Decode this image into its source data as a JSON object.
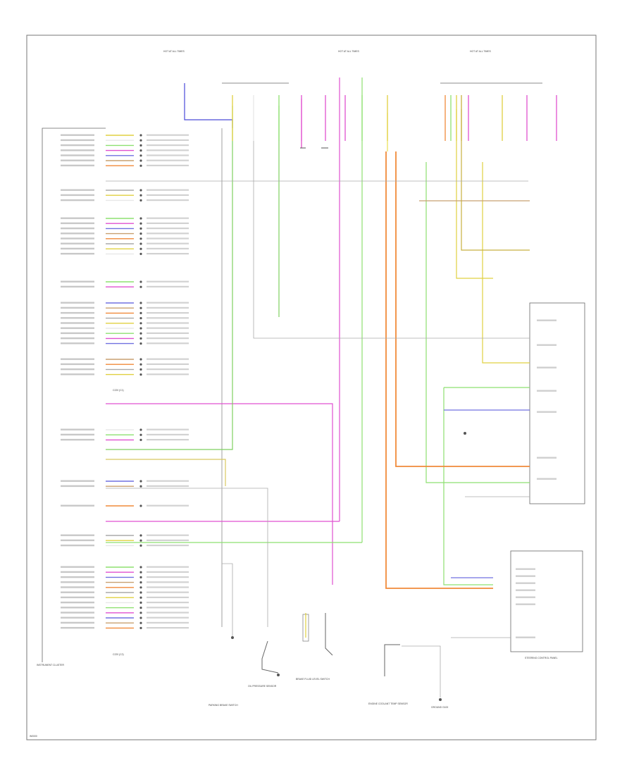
{
  "instrument_cluster": {
    "label": "INSTRUMENT CLUSTER",
    "connector_a": "C220 (C1)",
    "connector_b": "C220 (C2)"
  },
  "steering_control_panel": {
    "label": "STEERING CONTROL PANEL"
  },
  "bottom_components": [
    {
      "label": "BRAKE FLUID LEVEL SWITCH"
    },
    {
      "label": "OIL PRESSURE SENSOR"
    },
    {
      "label": "ENGINE COOLANT TEMP SENSOR"
    },
    {
      "label": "PARKING BRAKE SWITCH"
    },
    {
      "label": "GROUND G100"
    }
  ],
  "footer_code": "W0000"
}
